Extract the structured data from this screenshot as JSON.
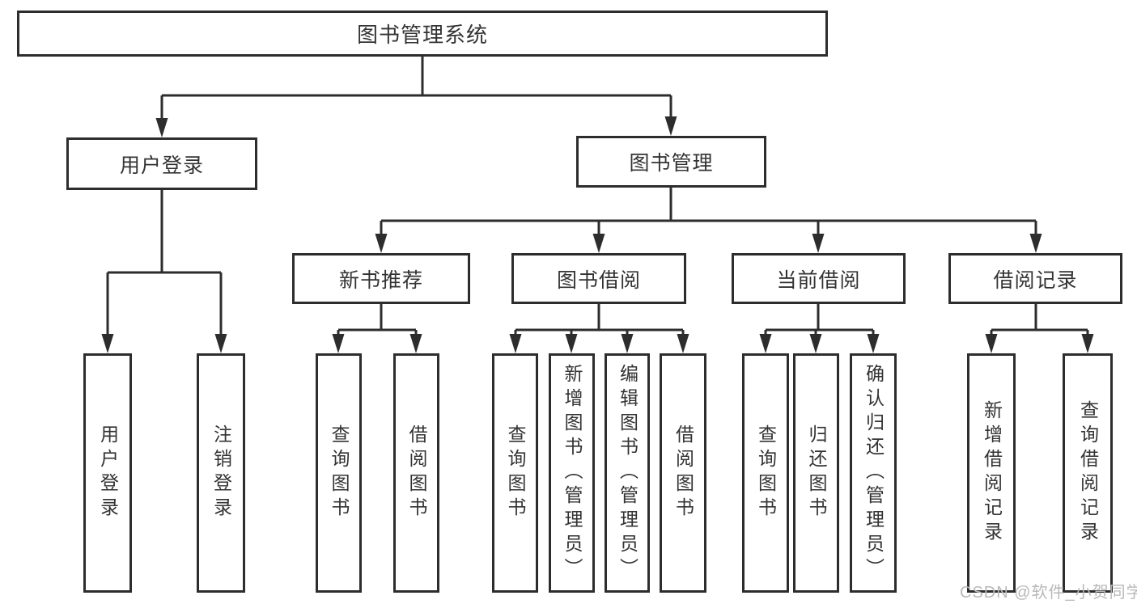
{
  "hierarchy": {
    "label": "图书管理系统",
    "children": [
      {
        "label": "用户登录",
        "children": [
          {
            "label": "用户登录"
          },
          {
            "label": "注销登录"
          }
        ]
      },
      {
        "label": "图书管理",
        "children": [
          {
            "label": "新书推荐",
            "children": [
              {
                "label": "查询图书"
              },
              {
                "label": "借阅图书"
              }
            ]
          },
          {
            "label": "图书借阅",
            "children": [
              {
                "label": "查询图书"
              },
              {
                "label": "新增图书（管理员）"
              },
              {
                "label": "编辑图书（管理员）"
              },
              {
                "label": "借阅图书"
              }
            ]
          },
          {
            "label": "当前借阅",
            "children": [
              {
                "label": "查询图书"
              },
              {
                "label": "归还图书"
              },
              {
                "label": "确认归还（管理员）"
              }
            ]
          },
          {
            "label": "借阅记录",
            "children": [
              {
                "label": "新增借阅记录"
              },
              {
                "label": "查询借阅记录"
              }
            ]
          }
        ]
      }
    ]
  },
  "watermark": "CSDN @软件_小贺同学",
  "colors": {
    "line": "#2d2d2d",
    "text": "#333333",
    "box_background": "#ffffff",
    "watermark": "#b9b9b9",
    "background": "#ffffff"
  }
}
